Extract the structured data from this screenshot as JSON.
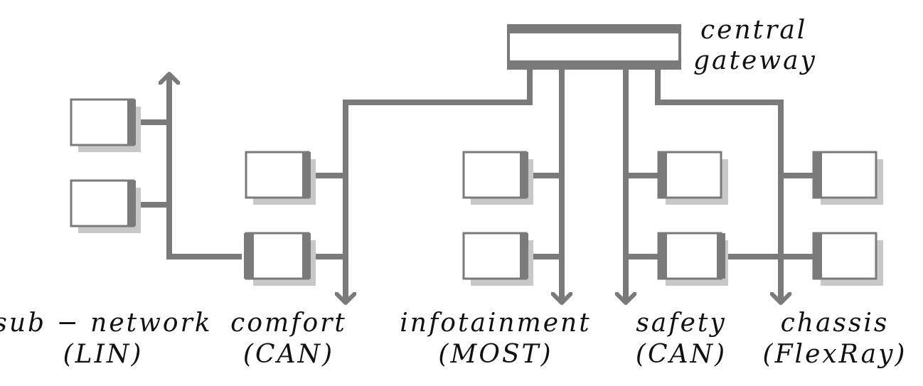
{
  "colors": {
    "line": "#7a7a7a",
    "shadow": "#c8c8c8",
    "node_fill": "#ffffff",
    "text": "#111111",
    "background": "#ffffff"
  },
  "gateway": {
    "label_line1": "central",
    "label_line2": "gateway"
  },
  "networks": [
    {
      "id": "lin",
      "name": "sub − network",
      "protocol": "(LIN)"
    },
    {
      "id": "comfort",
      "name": "comfort",
      "protocol": "(CAN)"
    },
    {
      "id": "infotainment",
      "name": "infotainment",
      "protocol": "(MOST)"
    },
    {
      "id": "safety",
      "name": "safety",
      "protocol": "(CAN)"
    },
    {
      "id": "chassis",
      "name": "chassis",
      "protocol": "(FlexRay)"
    }
  ]
}
